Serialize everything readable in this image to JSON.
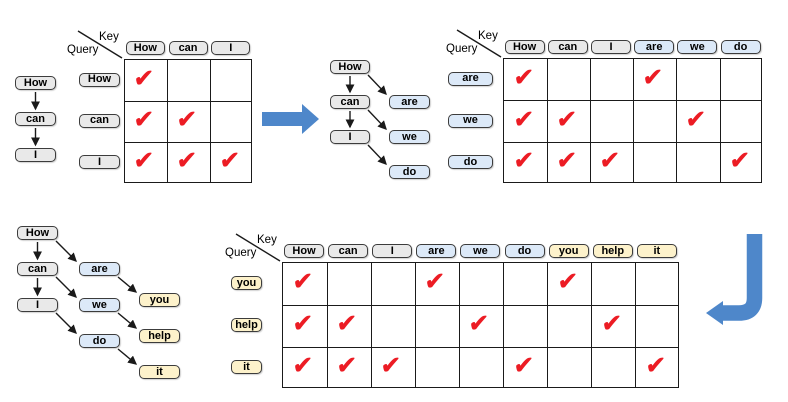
{
  "legend": {
    "key_label": "Key",
    "query_label": "Query"
  },
  "check_symbol": "✔",
  "colors": {
    "gray_fill": "#e9e9e9",
    "blue_fill": "#dce9f8",
    "yellow_fill": "#fdf2cb",
    "box_border": "#3c3c3c",
    "grid_line": "#1a1a1a",
    "check_red": "#ec1c24",
    "big_arrow_blue": "#4e87ca",
    "small_arrow": "#1a1a1a"
  },
  "chains": [
    {
      "id": "chain-prompt",
      "columns": [
        {
          "type": "gray",
          "tokens": [
            "How",
            "can",
            "I"
          ]
        }
      ]
    },
    {
      "id": "chain-step1",
      "columns": [
        {
          "type": "gray",
          "tokens": [
            "How",
            "can",
            "I"
          ]
        },
        {
          "type": "blue",
          "tokens": [
            "are",
            "we",
            "do"
          ]
        }
      ]
    },
    {
      "id": "chain-step2",
      "columns": [
        {
          "type": "gray",
          "tokens": [
            "How",
            "can",
            "I"
          ]
        },
        {
          "type": "blue",
          "tokens": [
            "are",
            "we",
            "do"
          ]
        },
        {
          "type": "yellow",
          "tokens": [
            "you",
            "help",
            "it"
          ]
        }
      ]
    }
  ],
  "matrices": [
    {
      "id": "matrix-prompt",
      "keys": [
        {
          "label": "How",
          "type": "gray"
        },
        {
          "label": "can",
          "type": "gray"
        },
        {
          "label": "I",
          "type": "gray"
        }
      ],
      "queries": [
        {
          "label": "How",
          "type": "gray"
        },
        {
          "label": "can",
          "type": "gray"
        },
        {
          "label": "I",
          "type": "gray"
        }
      ],
      "checks": [
        [
          0,
          0
        ],
        [
          1,
          0
        ],
        [
          1,
          1
        ],
        [
          2,
          0
        ],
        [
          2,
          1
        ],
        [
          2,
          2
        ]
      ]
    },
    {
      "id": "matrix-step1",
      "keys": [
        {
          "label": "How",
          "type": "gray"
        },
        {
          "label": "can",
          "type": "gray"
        },
        {
          "label": "I",
          "type": "gray"
        },
        {
          "label": "are",
          "type": "blue"
        },
        {
          "label": "we",
          "type": "blue"
        },
        {
          "label": "do",
          "type": "blue"
        }
      ],
      "queries": [
        {
          "label": "are",
          "type": "blue"
        },
        {
          "label": "we",
          "type": "blue"
        },
        {
          "label": "do",
          "type": "blue"
        }
      ],
      "checks": [
        [
          0,
          0
        ],
        [
          0,
          3
        ],
        [
          1,
          0
        ],
        [
          1,
          1
        ],
        [
          1,
          4
        ],
        [
          2,
          0
        ],
        [
          2,
          1
        ],
        [
          2,
          2
        ],
        [
          2,
          5
        ]
      ]
    },
    {
      "id": "matrix-step2",
      "keys": [
        {
          "label": "How",
          "type": "gray"
        },
        {
          "label": "can",
          "type": "gray"
        },
        {
          "label": "I",
          "type": "gray"
        },
        {
          "label": "are",
          "type": "blue"
        },
        {
          "label": "we",
          "type": "blue"
        },
        {
          "label": "do",
          "type": "blue"
        },
        {
          "label": "you",
          "type": "yellow"
        },
        {
          "label": "help",
          "type": "yellow"
        },
        {
          "label": "it",
          "type": "yellow"
        }
      ],
      "queries": [
        {
          "label": "you",
          "type": "yellow"
        },
        {
          "label": "help",
          "type": "yellow"
        },
        {
          "label": "it",
          "type": "yellow"
        }
      ],
      "checks": [
        [
          0,
          0
        ],
        [
          0,
          3
        ],
        [
          0,
          6
        ],
        [
          1,
          0
        ],
        [
          1,
          1
        ],
        [
          1,
          4
        ],
        [
          1,
          7
        ],
        [
          2,
          0
        ],
        [
          2,
          1
        ],
        [
          2,
          2
        ],
        [
          2,
          5
        ],
        [
          2,
          8
        ]
      ]
    }
  ],
  "big_arrows": [
    {
      "id": "arrow-to-step1",
      "direction": "right"
    },
    {
      "id": "arrow-to-step2",
      "direction": "down-left"
    }
  ]
}
